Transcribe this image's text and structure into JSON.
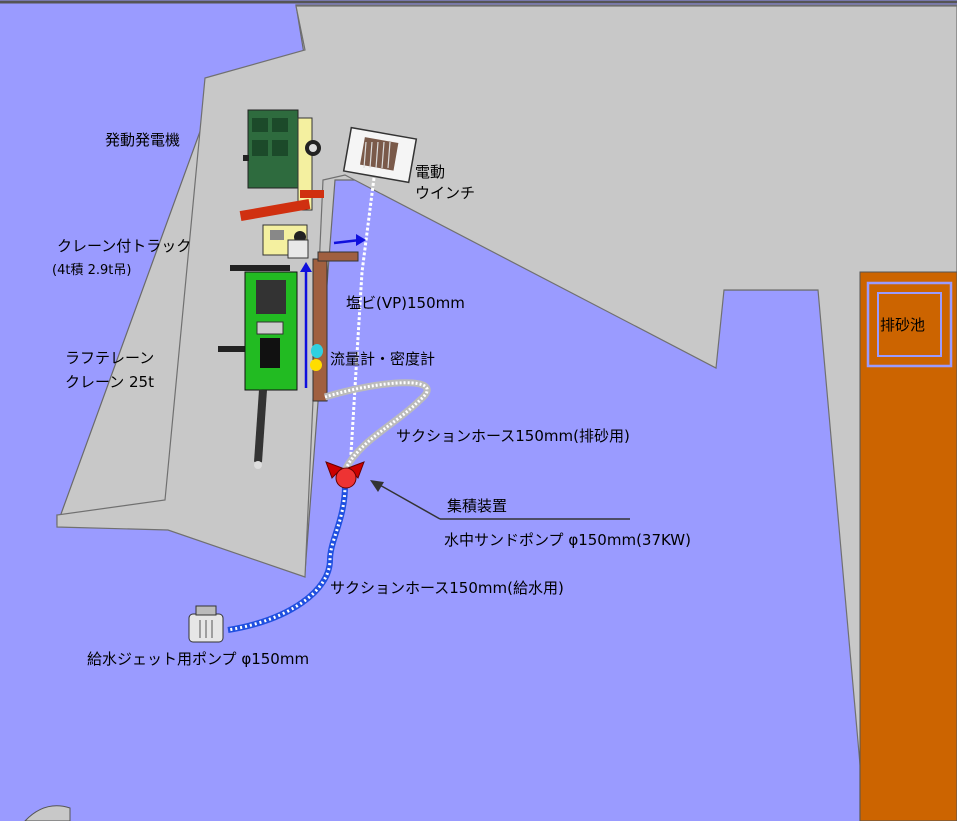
{
  "labels": {
    "generator": "発動発電機",
    "winch_line1": "電動",
    "winch_line2": "ウインチ",
    "crane_truck_line1": "クレーン付トラック",
    "crane_truck_line2": "(4t積  2.9t吊)",
    "pvc_pipe": "塩ビ(VP)150mm",
    "flowmeter": "流量計・密度計",
    "rough_crane_line1": "ラフテレーン",
    "rough_crane_line2": "クレーン  25t",
    "suction_hose_discharge": "サクションホース150mm(排砂用)",
    "collector": "集積装置",
    "sand_pump": "水中サンドポンプ  φ150mm(37KW)",
    "suction_hose_supply": "サクションホース150mm(給水用)",
    "jet_pump": "給水ジェット用ポンプ  φ150mm",
    "sand_pond": "排砂池"
  },
  "colors": {
    "water": "#9a9bff",
    "pier": "#c8c8c8",
    "sand_pond": "#cc6400",
    "crane": "#22bb22",
    "flow_arrow": "#1010dd",
    "pump": "#cc0000",
    "pipe": "#a06040"
  }
}
